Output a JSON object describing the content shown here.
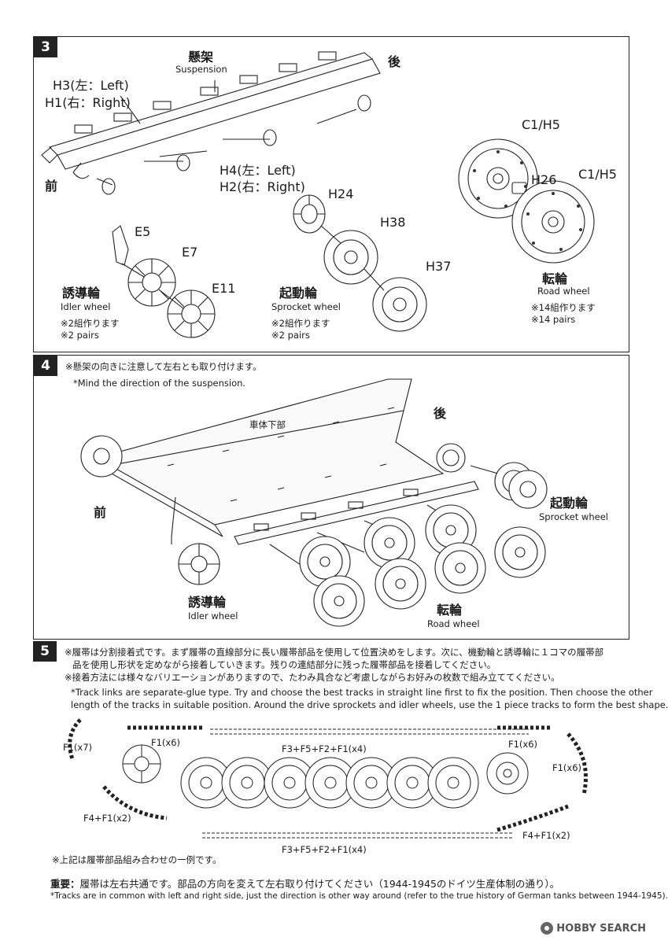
{
  "step3": {
    "number": "3",
    "suspension_jp": "懸架",
    "suspension_en": "Suspension",
    "rear": "後",
    "front": "前",
    "h3": "H3(左：Left)",
    "h1": "H1(右：Right)",
    "h4": "H4(左：Left)",
    "h2": "H2(右：Right)",
    "e5": "E5",
    "e7": "E7",
    "e11": "E11",
    "h24": "H24",
    "h38": "H38",
    "h37": "H37",
    "c1h5_a": "C1/H5",
    "h26": "H26",
    "c1h5_b": "C1/H5",
    "idler_jp": "誘導輪",
    "idler_en": "Idler wheel",
    "idler_note_jp": "※2組作ります",
    "idler_note_en": "※2 pairs",
    "sprocket_jp": "起動輪",
    "sprocket_en": "Sprocket wheel",
    "sprocket_note_jp": "※2組作ります",
    "sprocket_note_en": "※2 pairs",
    "road_jp": "転輪",
    "road_en": "Road wheel",
    "road_note_jp": "※14組作ります",
    "road_note_en": "※14 pairs"
  },
  "step4": {
    "number": "4",
    "note_jp": "※懸架の向きに注意して左右とも取り付けます。",
    "note_en": "*Mind the direction of the suspension.",
    "hull_jp": "車体下部",
    "rear": "後",
    "front": "前",
    "sprocket_jp": "起動輪",
    "sprocket_en": "Sprocket wheel",
    "idler_jp": "誘導輪",
    "idler_en": "Idler wheel",
    "road_jp": "転輪",
    "road_en": "Road wheel"
  },
  "step5": {
    "number": "5",
    "note_jp_1": "※履帯は分割接着式です。まず履帯の直線部分に長い履帯部品を使用して位置決めをします。次に、機動輪と誘導輪に１コマの履帯部",
    "note_jp_2": "品を使用し形状を定めながら接着していきます。残りの連結部分に残った履帯部品を接着してください。",
    "note_jp_3": "※接着方法には様々なバリエーションがありますので、たわみ具合など考慮しながらお好みの枚数で組み立ててください。",
    "note_en_1": "*Track links are separate-glue type. Try and choose the best tracks in straight line first to fix the position. Then choose the other",
    "note_en_2": "length of the tracks in suitable position. Around the drive sprockets and idler wheels, use the 1 piece tracks to form the best shape.",
    "f1x7": "F1(x7)",
    "f1x6_a": "F1(x6)",
    "f3_top": "F3+F5+F2+F1(x4)",
    "f1x6_b": "F1(x6)",
    "f1x6_c": "F1(x6)",
    "f4f1_a": "F4+F1(x2)",
    "f4f1_b": "F4+F1(x2)",
    "f3_bottom": "F3+F5+F2+F1(x4)",
    "example_note": "※上記は履帯部品組み合わせの一例です。",
    "important_label": "重要：",
    "important_jp": "履帯は左右共通です。部品の方向を変えて左右取り付けてください（1944-1945のドイツ生産体制の通り）。",
    "important_en": "*Tracks are in common with left and right side, just the direction is other way around (refer to the true history of German tanks between 1944-1945)."
  },
  "watermark": "HOBBY SEARCH"
}
